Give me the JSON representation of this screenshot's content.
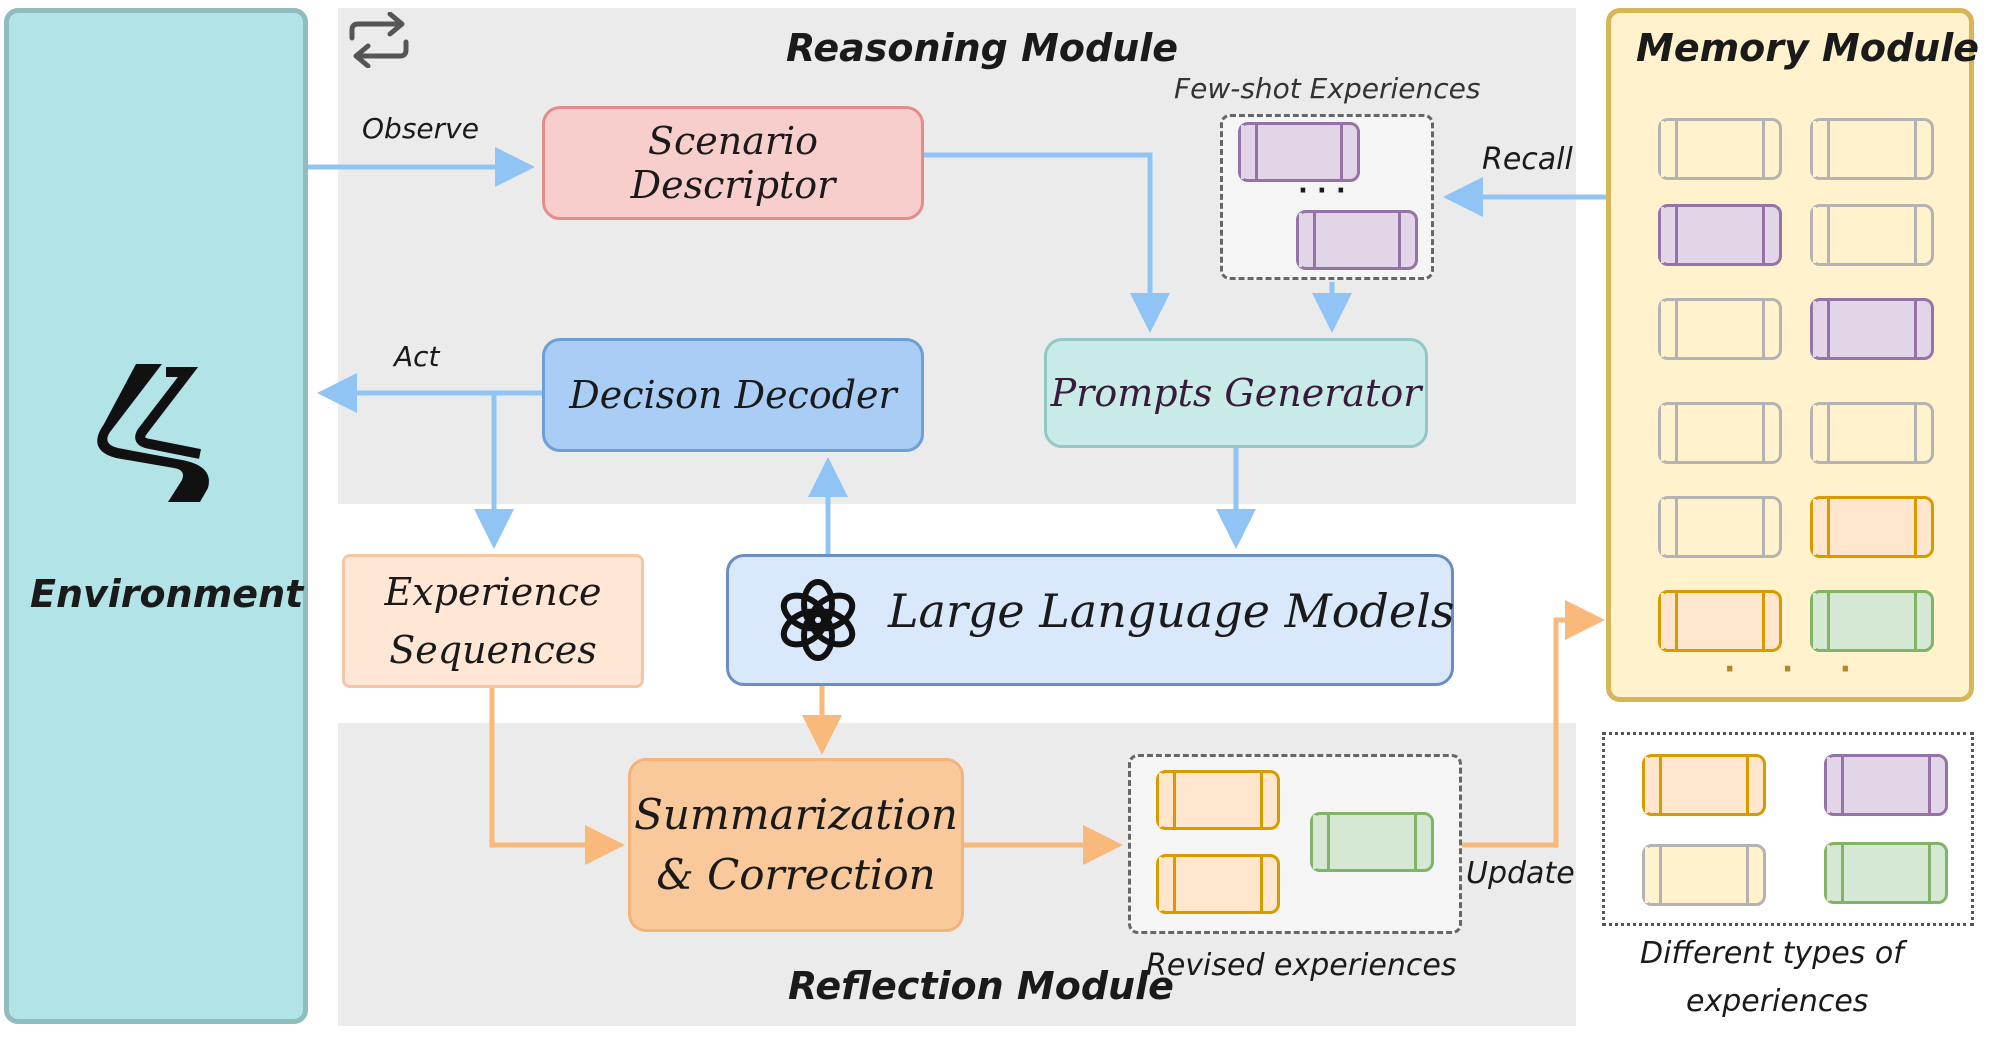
{
  "environment": {
    "label": "Environment"
  },
  "reasoning": {
    "title": "Reasoning Module",
    "scenario": "Scenario Descriptor",
    "decoder": "Decison Decoder",
    "prompts": "Prompts Generator",
    "fewshot": "Few-shot Experiences",
    "dots": "· · ·"
  },
  "llm": {
    "label": "Large Language Models"
  },
  "experience": {
    "line1": "Experience",
    "line2": "Sequences"
  },
  "reflection": {
    "title": "Reflection Module",
    "summ1": "Summarization",
    "summ2": "& Correction",
    "revised": "Revised experiences"
  },
  "memory": {
    "title": "Memory Module",
    "dots": "·  ·  ·"
  },
  "legend": {
    "caption1": "Different types of",
    "caption2": "experiences"
  },
  "arrows": {
    "observe": "Observe",
    "act": "Act",
    "recall": "Recall",
    "update": "Update"
  },
  "colors": {
    "env": "#b2e3e6",
    "scenario": "#f8cecc",
    "decoder": "#a9cdf5",
    "prompts": "#c9ebe8",
    "llm": "#dae8fc",
    "experience": "#ffe6d5",
    "summ": "#f9c99c",
    "memory": "#fff2cc",
    "purple": "#e1d5e7",
    "orange": "#ffe6cc",
    "green": "#d5e8d4",
    "blue_arrow": "#90c4f5",
    "orange_arrow": "#f9b97a"
  }
}
